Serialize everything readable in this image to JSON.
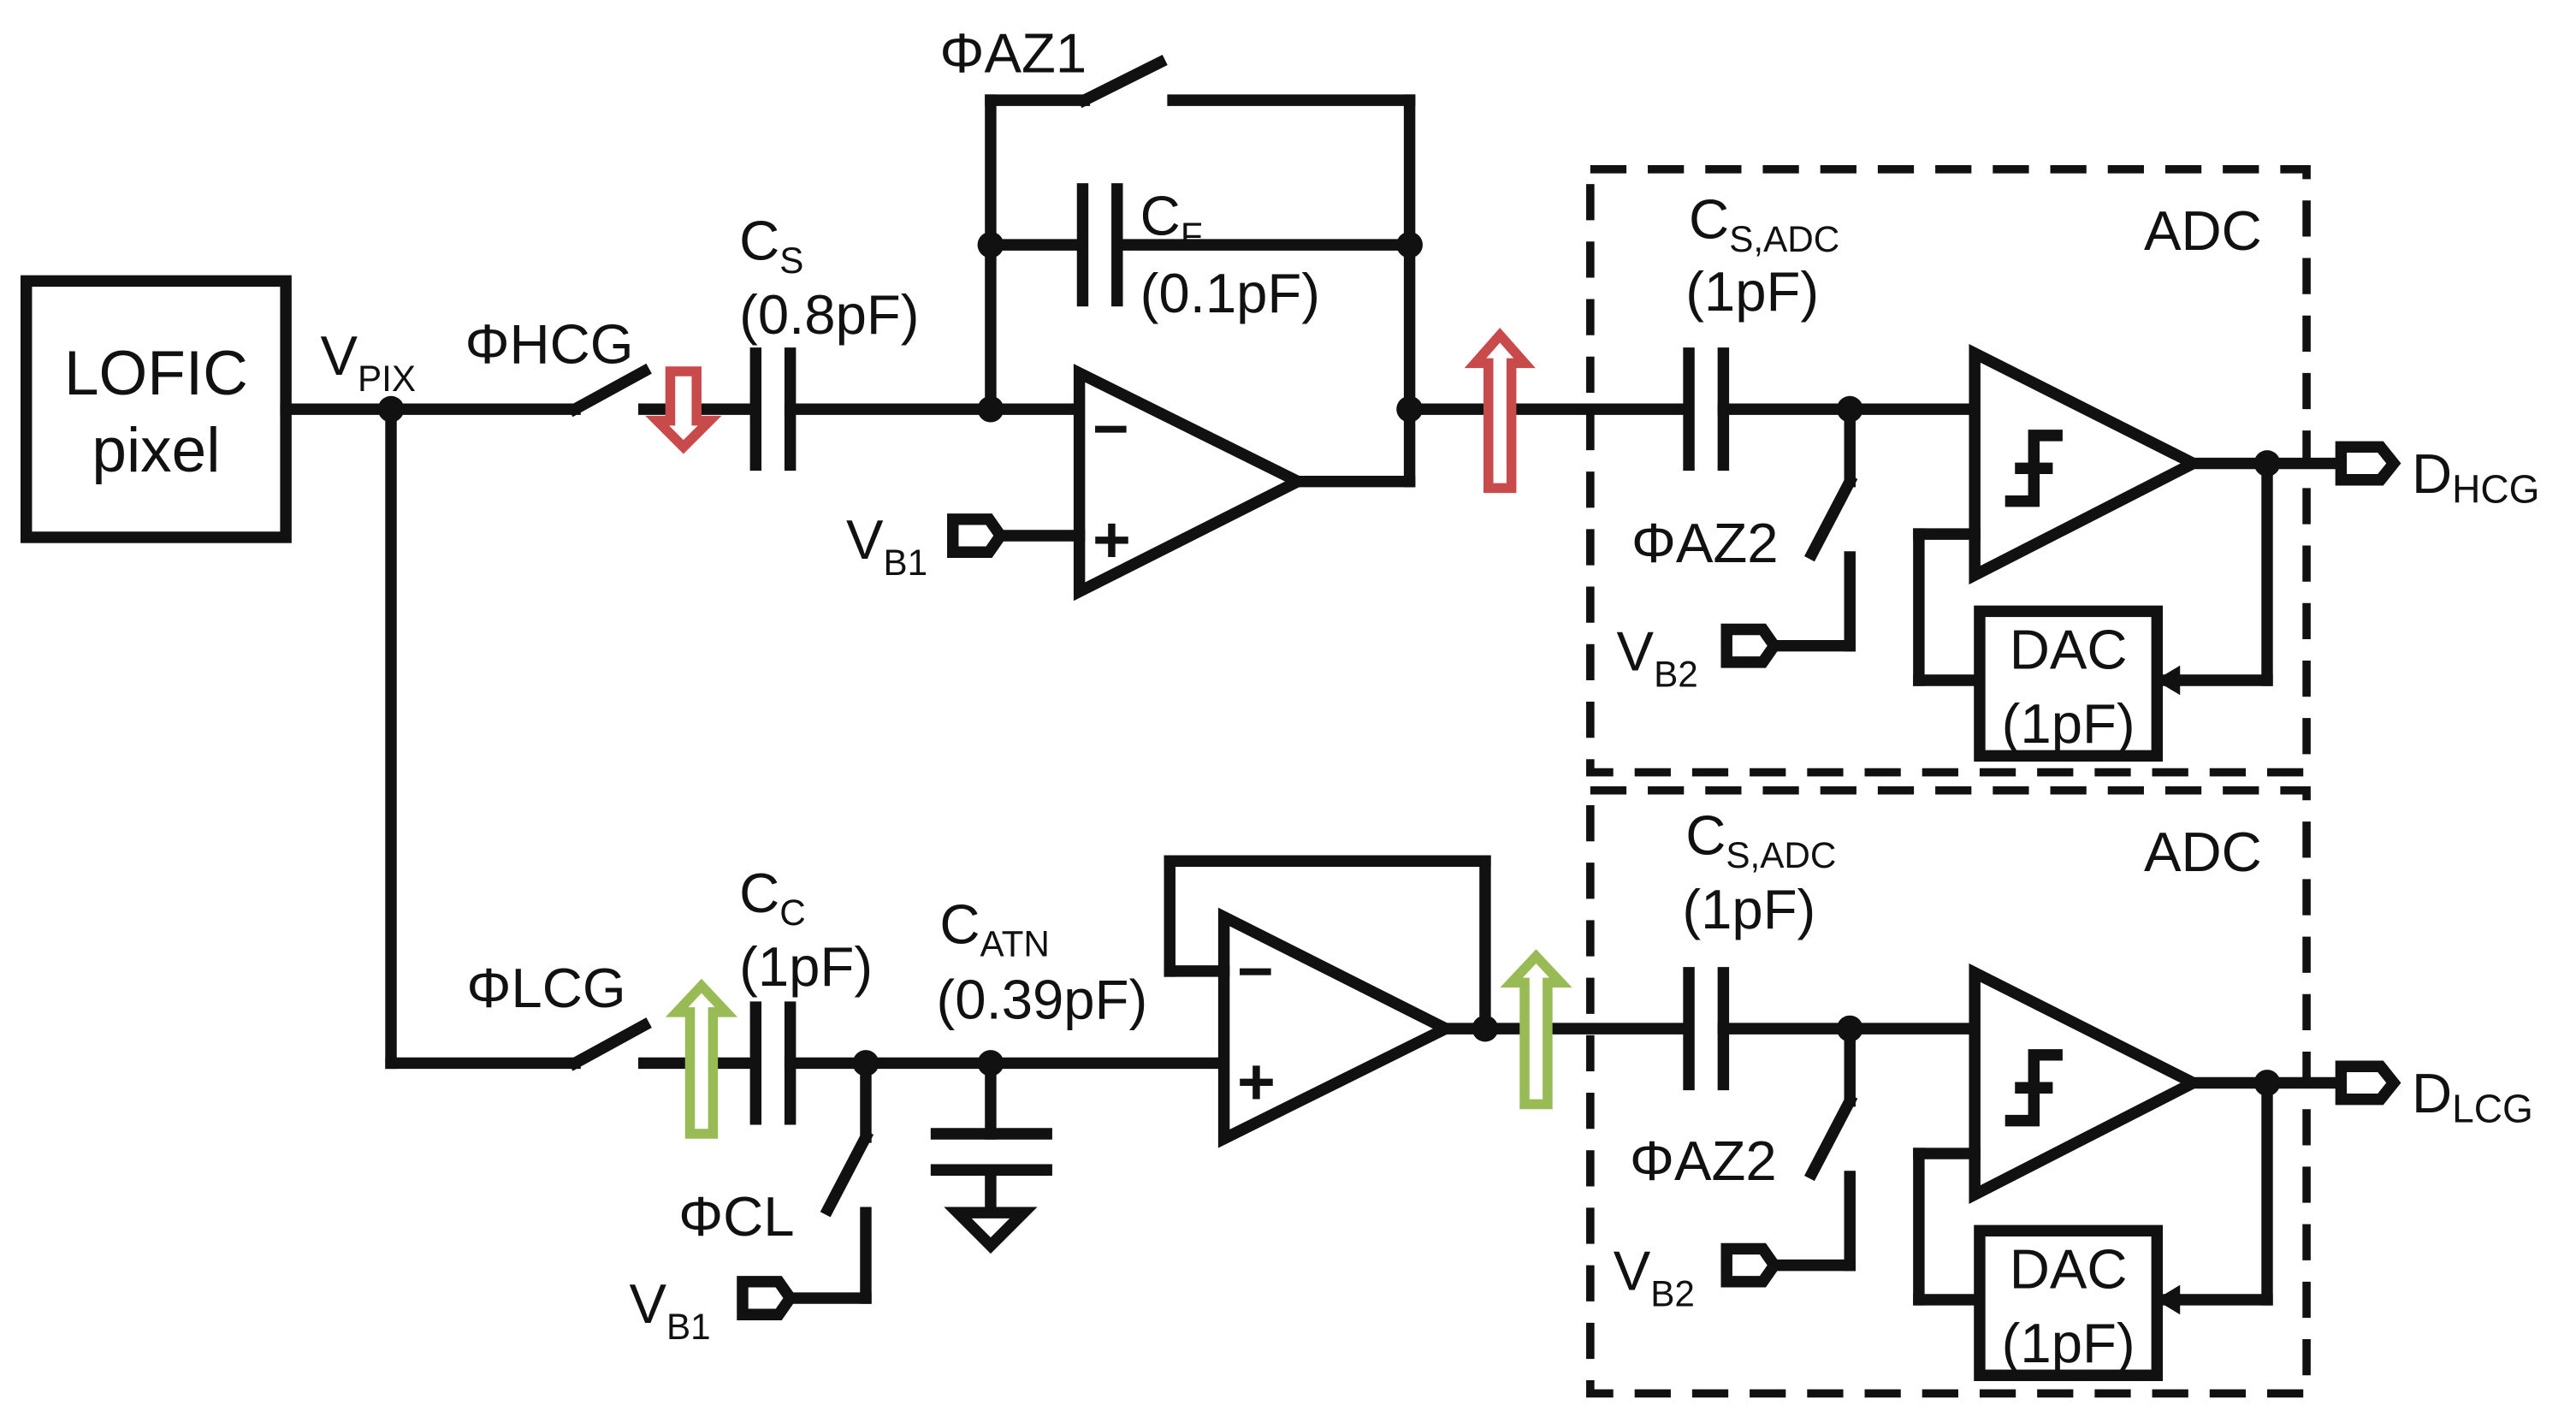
{
  "labels": {
    "lofic": "LOFIC",
    "pixel": "pixel",
    "vpix_main": "V",
    "vpix_sub": "PIX",
    "phi_hcg": "ΦHCG",
    "phi_lcg": "ΦLCG",
    "phi_az1": "ΦAZ1",
    "phi_cl": "ΦCL",
    "cs_main": "C",
    "cs_sub": "S",
    "cs_value": "(0.8pF)",
    "cf_main": "C",
    "cf_sub": "F",
    "cf_value": "(0.1pF)",
    "cc_main": "C",
    "cc_sub": "C",
    "cc_value": "(1pF)",
    "catn_main": "C",
    "catn_sub": "ATN",
    "catn_value": "(0.39pF)",
    "vb1_main": "V",
    "vb1_sub": "B1",
    "minus": "−",
    "plus": "+"
  },
  "adc_blocks": [
    {
      "title": "ADC",
      "cs_main": "C",
      "cs_sub": "S,ADC",
      "cs_value": "(1pF)",
      "phi_az2": "ΦAZ2",
      "vb2_main": "V",
      "vb2_sub": "B2",
      "dac_label": "DAC",
      "dac_value": "(1pF)",
      "out_main": "D",
      "out_sub": "HCG"
    },
    {
      "title": "ADC",
      "cs_main": "C",
      "cs_sub": "S,ADC",
      "cs_value": "(1pF)",
      "phi_az2": "ΦAZ2",
      "vb2_main": "V",
      "vb2_sub": "B2",
      "dac_label": "DAC",
      "dac_value": "(1pF)",
      "out_main": "D",
      "out_sub": "LCG"
    }
  ],
  "colors": {
    "hcg_arrow": "#c94a4a",
    "lcg_arrow": "#98bb55"
  }
}
